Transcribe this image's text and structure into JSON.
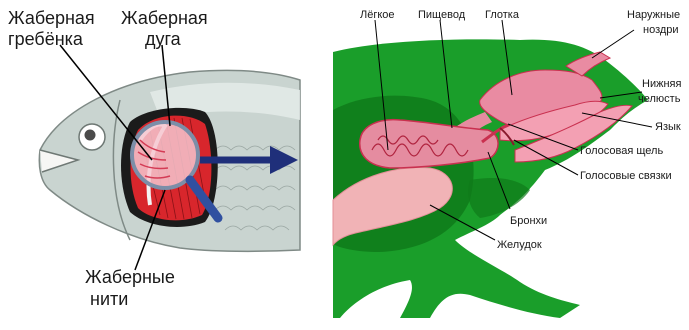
{
  "fish_panel": {
    "labels": {
      "gill_rakers_line1": "Жаберная",
      "gill_rakers_line2": "гребёнка",
      "gill_arch_line1": "Жаберная",
      "gill_arch_line2": "дуга",
      "gill_filaments_line1": "Жаберные",
      "gill_filaments_line2": "нити"
    }
  },
  "frog_panel": {
    "labels": {
      "lung": "Лёгкое",
      "esophagus": "Пищевод",
      "pharynx": "Глотка",
      "nostrils_line1": "Наружные",
      "nostrils_line2": "ноздри",
      "jaw_line1": "Нижняя",
      "jaw_line2": "челюсть",
      "tongue": "Язык",
      "glottis": "Голосовая щель",
      "vocal_cords": "Голосовые связки",
      "bronchi": "Бронхи",
      "stomach": "Желудок"
    }
  },
  "colors": {
    "frog_green": "#1a9e2a",
    "frog_dark_green": "#0f7a1a",
    "organ_pink": "#f3a0b3",
    "organ_red": "#c9304f",
    "gill_red": "#d8262c",
    "arrow_blue": "#1f2f7a",
    "fish_silver": "#c7d3cf"
  }
}
